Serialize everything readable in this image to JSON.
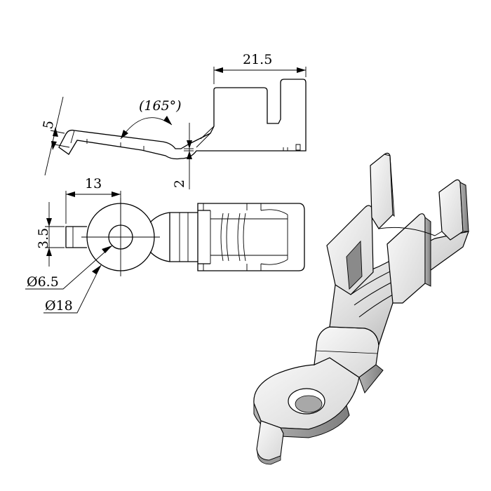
{
  "dimensions": {
    "total_length": "21.5",
    "tab_height": "5",
    "bend_angle": "(165°)",
    "thickness": "2",
    "ring_center_offset": "13",
    "tab_width": "3.5",
    "hole_diameter": "Ø6.5",
    "ring_diameter": "Ø18"
  },
  "colors": {
    "line": "#000000",
    "metal_light": "#f2f2f2",
    "metal_mid": "#c8c8c8",
    "metal_dark": "#8c8c8c"
  }
}
